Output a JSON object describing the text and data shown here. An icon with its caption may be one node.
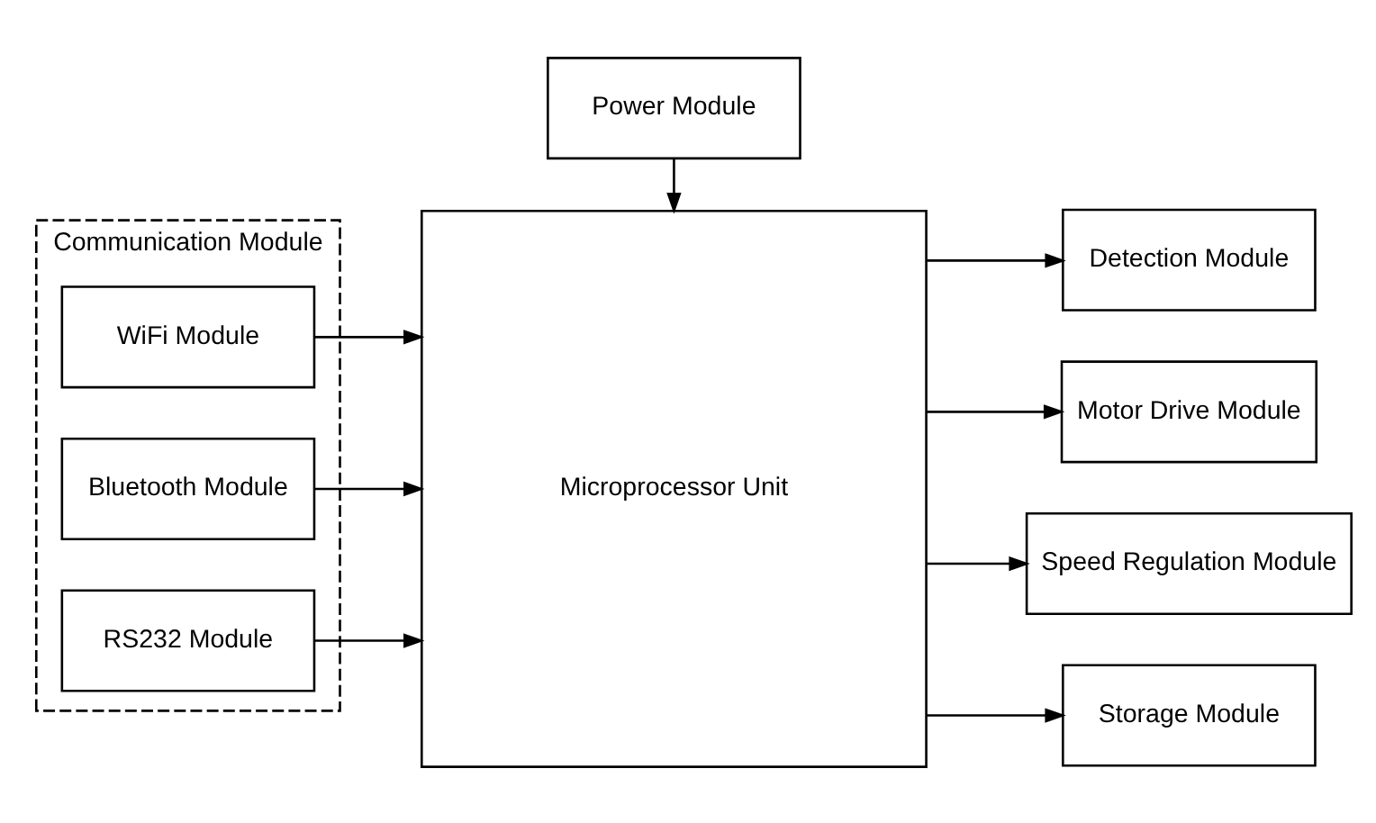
{
  "diagram": {
    "nodes": [
      {
        "text": [
          "Communication Module"
        ]
      },
      {
        "text": [
          "WiFi Module"
        ],
        "in": 0
      },
      {
        "text": [
          "Bluetooth Module"
        ],
        "in": 0
      },
      {
        "text": [
          "RS232 Module"
        ],
        "in": 0
      },
      {
        "text": [
          "Microprocessor Unit"
        ]
      },
      {
        "text": [
          "Detection Module"
        ]
      },
      {
        "text": [
          "Motor Drive Module"
        ]
      },
      {
        "text": [
          "Speed Regulation Module"
        ]
      },
      {
        "text": [
          "Storage Module"
        ]
      },
      {
        "text": [
          "Power Module"
        ]
      }
    ],
    "edges": [
      {
        "from": 1,
        "to": 4,
        "arrow": "to"
      },
      {
        "from": 2,
        "to": 4,
        "arrow": "to"
      },
      {
        "from": 3,
        "to": 4,
        "arrow": "to"
      },
      {
        "from": 4,
        "to": 5,
        "arrow": "to"
      },
      {
        "from": 4,
        "to": 6,
        "arrow": "to"
      },
      {
        "from": 4,
        "to": 7,
        "arrow": "to"
      },
      {
        "from": 4,
        "to": 8,
        "arrow": "to"
      },
      {
        "from": 9,
        "to": 4,
        "arrow": "to"
      }
    ]
  }
}
